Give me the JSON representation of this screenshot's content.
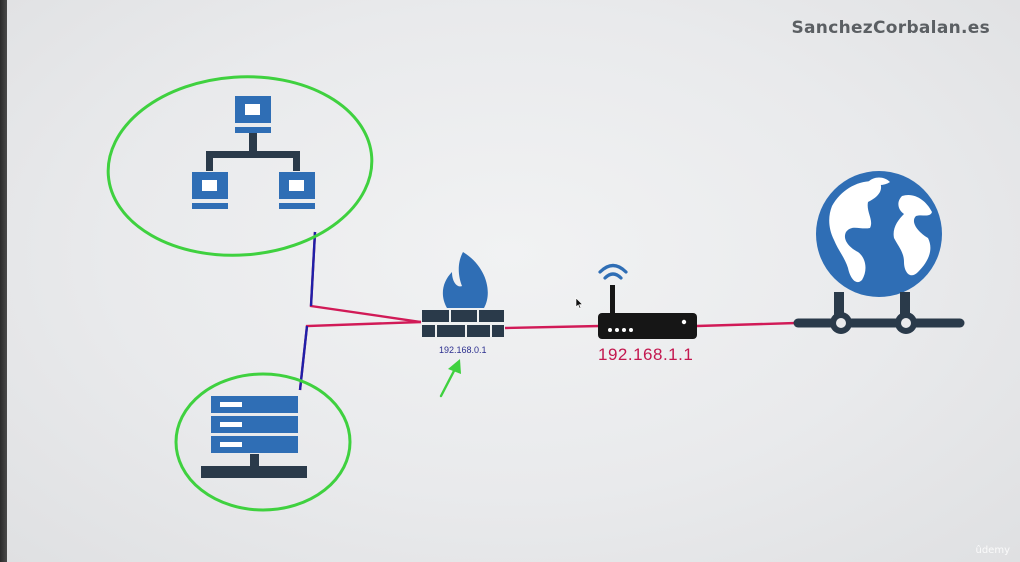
{
  "watermark": "SanchezCorbalan.es",
  "firewall_ip": "192.168.0.1",
  "router_ip": "192.168.1.1",
  "platform_badge": "ûdemy",
  "colors": {
    "icon_blue": "#2f6eb5",
    "icon_dark": "#2a3a4a",
    "highlight_green": "#3fd13f",
    "link_pink": "#d11a57",
    "link_blue": "#1f1fa8",
    "label_pink": "#c3174f",
    "label_navy": "#2c2f8f"
  },
  "icons": [
    "network-hierarchy-icon",
    "server-rack-icon",
    "firewall-icon",
    "wifi-router-icon",
    "internet-globe-icon"
  ]
}
